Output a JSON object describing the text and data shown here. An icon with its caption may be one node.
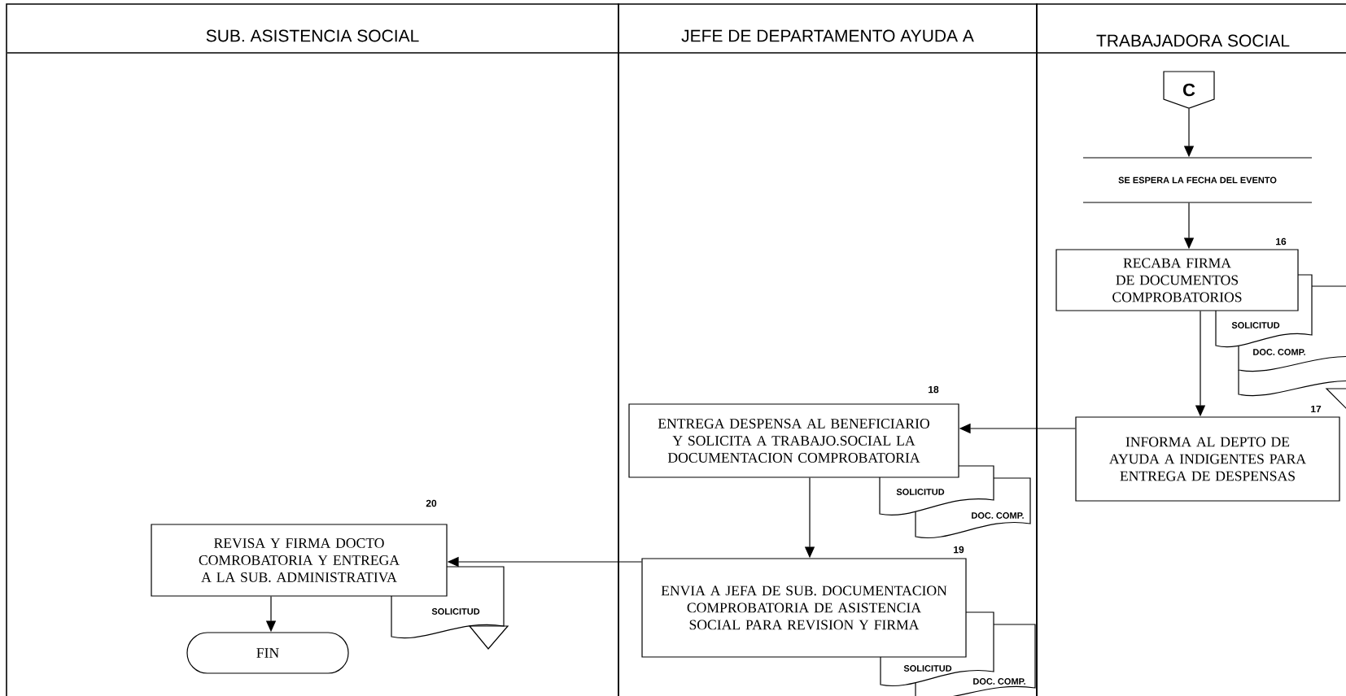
{
  "diagram": {
    "nodes": [
      {
        "text": [
          "SUB. ASISTENCIA SOCIAL"
        ]
      },
      {
        "text": [
          "JEFE DE DEPARTAMENTO AYUDA A"
        ]
      },
      {
        "text": [
          "TRABAJADORA SOCIAL"
        ]
      },
      {
        "text": [
          "C"
        ],
        "in": 2
      },
      {
        "text": [
          "SE ESPERA LA FECHA DEL EVENTO"
        ],
        "in": 2
      },
      {
        "text": [
          "RECABA FIRMA DE DOCUMENTOS COMPROBATORIOS"
        ],
        "beside": [
          "16"
        ],
        "in": 2
      },
      {
        "text": [
          "SOLICITUD"
        ],
        "in": 2
      },
      {
        "text": [
          "DOC. COMP."
        ],
        "in": 2
      },
      {
        "text": [],
        "shape": "document",
        "in": 2
      },
      {
        "text": [
          "INFORMA AL DEPTO DE AYUDA A INDIGENTES PARA ENTREGA DE DESPENSAS"
        ],
        "beside": [
          "17"
        ],
        "in": 2
      },
      {
        "text": [
          "ENTREGA DESPENSA AL BENEFICIARIO Y SOLICITA A TRABAJO.SOCIAL LA DOCUMENTACION COMPROBATORIA"
        ],
        "beside": [
          "18"
        ],
        "in": 1
      },
      {
        "text": [
          "SOLICITUD"
        ],
        "in": 1
      },
      {
        "text": [
          "DOC. COMP."
        ],
        "in": 1
      },
      {
        "text": [
          "ENVIA A JEFA DE SUB. DOCUMENTACION COMPROBATORIA DE ASISTENCIA SOCIAL PARA REVISION Y FIRMA"
        ],
        "beside": [
          "19"
        ],
        "in": 1
      },
      {
        "text": [
          "SOLICITUD"
        ],
        "in": 1
      },
      {
        "text": [
          "DOC. COMP."
        ],
        "in": 1
      },
      {
        "text": [
          "REVISA Y FIRMA DOCTO COMROBATORIA Y ENTREGA A LA SUB. ADMINISTRATIVA"
        ],
        "beside": [
          "20"
        ],
        "in": 0
      },
      {
        "text": [
          "SOLICITUD"
        ],
        "in": 0
      },
      {
        "text": [
          "FIN"
        ],
        "in": 0
      }
    ],
    "edges": [
      {
        "from": 3,
        "to": 4,
        "arrow": "to"
      },
      {
        "from": 4,
        "to": 5,
        "arrow": "to"
      },
      {
        "from": 5,
        "to": 9,
        "arrow": "to"
      },
      {
        "from": 9,
        "to": 10,
        "arrow": "to"
      },
      {
        "from": 10,
        "to": 13,
        "arrow": "to"
      },
      {
        "from": 13,
        "to": 16,
        "arrow": "to"
      },
      {
        "from": 16,
        "to": 18,
        "arrow": "to"
      }
    ]
  }
}
